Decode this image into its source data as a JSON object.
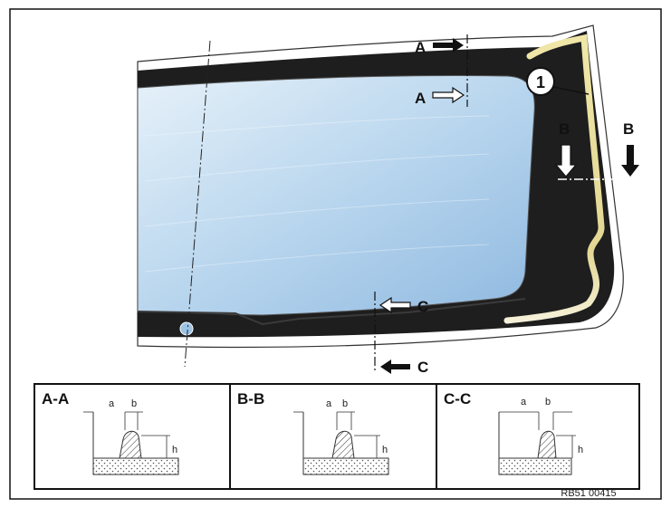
{
  "window_labels": {
    "part_number": "1",
    "section_a": "A",
    "section_b": "B",
    "section_c": "C"
  },
  "sections": [
    {
      "title": "A-A",
      "dim_a": "a",
      "dim_b": "b",
      "dim_h": "h"
    },
    {
      "title": "B-B",
      "dim_a": "a",
      "dim_b": "b",
      "dim_h": "h"
    },
    {
      "title": "C-C",
      "dim_a": "a",
      "dim_b": "b",
      "dim_h": "h"
    }
  ],
  "figure_code": "RB51 00415",
  "colors": {
    "frame_black": "#1e1e1e",
    "glass_light": "#dbeaf5",
    "glass_dark": "#9dc3e6",
    "adhesive_bead": "#e8dfa0"
  }
}
